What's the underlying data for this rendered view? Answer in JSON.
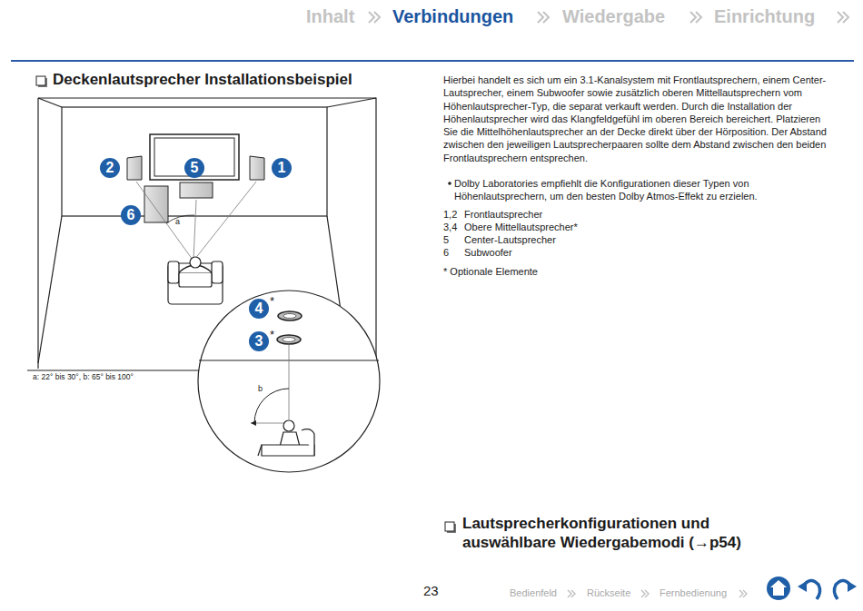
{
  "diagram": {
    "title": "Deckenlautsprecher Installationsbeispiel",
    "nodes": [
      {
        "text": [
          "2"
        ]
      },
      {
        "text": [
          "5"
        ]
      },
      {
        "text": [
          "1"
        ]
      },
      {
        "text": [
          "6"
        ]
      },
      {
        "text": [
          "4"
        ]
      },
      {
        "text": [
          "3"
        ]
      }
    ],
    "labels": [
      "Inhalt",
      "Verbindungen",
      "Wiedergabe",
      "Einrichtung",
      "Hierbei handelt es sich um ein 3.1-Kanalsystem mit Frontlautsprechern, einem Center-Lautsprecher, einem Subwoofer sowie zusätzlich oberen Mittellautsprechern vom Höhenlautsprecher-Typ, die separat verkauft werden. Durch die Installation der Höhenlautsprecher wird das Klangfeldgefühl im oberen Bereich bereichert. Platzieren Sie die Mittelhöhenlautsprecher an der Decke direkt über der Hörposition. Der Abstand zwischen den jeweiligen Lautsprecherpaaren sollte dem Abstand zwischen den beiden Frontlautsprechern entsprechen.",
      "Dolby Laboratories empfiehlt die Konfigurationen dieser Typen von Höhenlautsprechern, um den besten Dolby Atmos-Effekt zu erzielen.",
      "1,2",
      "Frontlautsprecher",
      "3,4",
      "Obere Mittellautsprecher*",
      "5",
      "Center-Lautsprecher",
      "6",
      "Subwoofer",
      "* Optionale Elemente",
      "a",
      "*",
      "*",
      "b",
      "a: 22° bis 30°, b: 65° bis 100°",
      "Lautsprecherkonfigurationen und auswählbare Wiedergabemodi (→p54)",
      "23",
      "Bedienfeld",
      "Rückseite",
      "Fernbedienung"
    ]
  }
}
